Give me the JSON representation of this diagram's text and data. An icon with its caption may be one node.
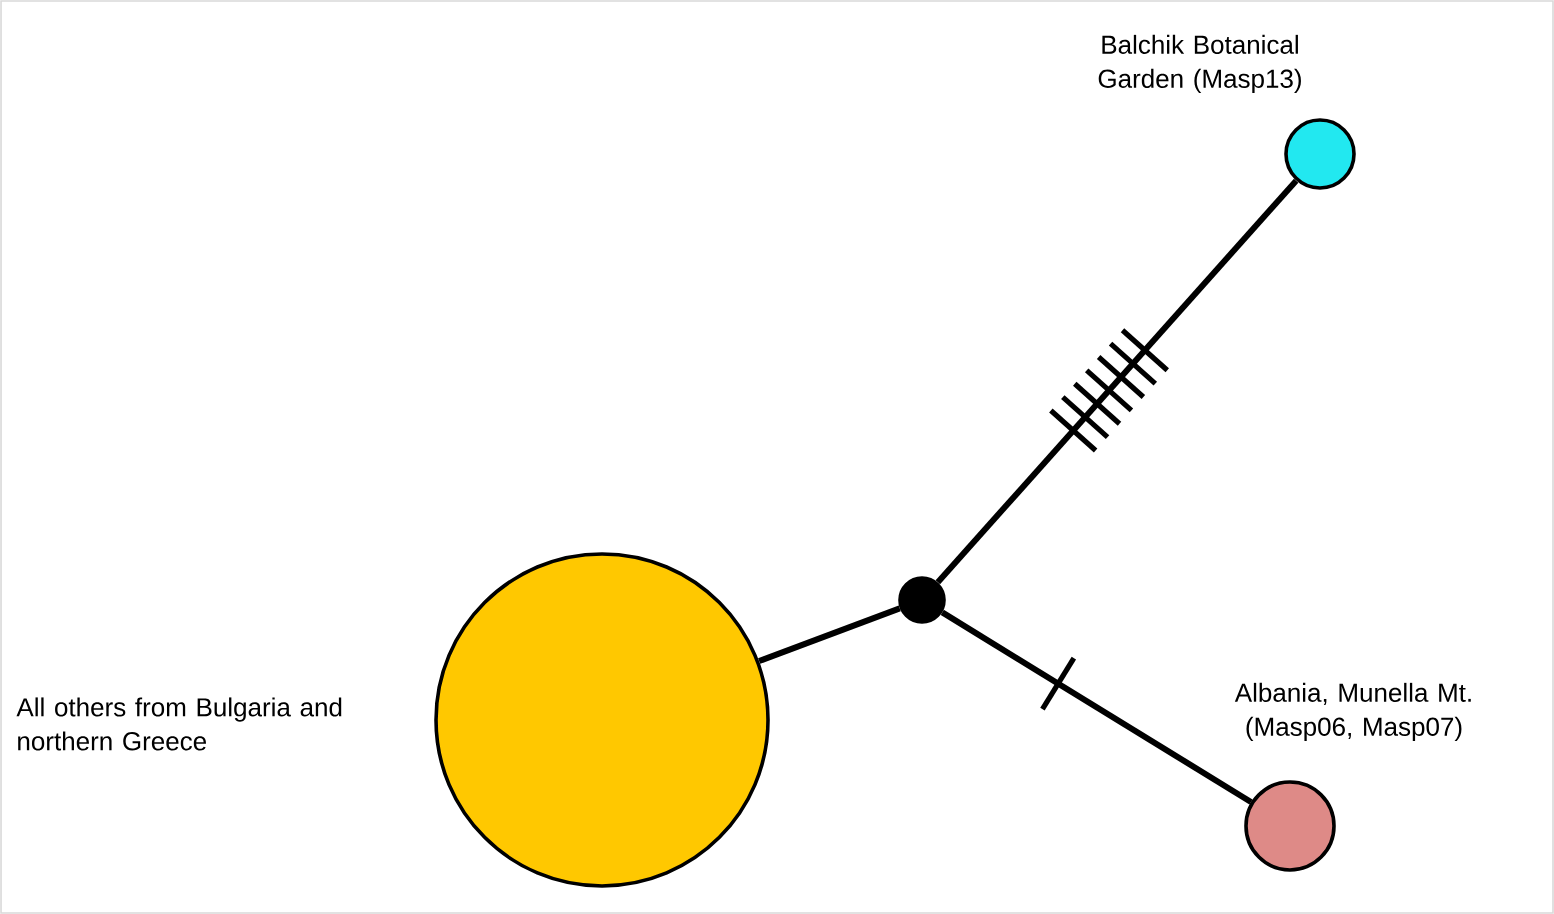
{
  "diagram": {
    "nodes": [
      {
        "text": [],
        "shape": "circle",
        "beside": [
          "All others from Bulgaria and northern Greece"
        ]
      },
      {
        "text": [],
        "shape": "circle"
      },
      {
        "text": [],
        "shape": "circle",
        "beside": [
          "Balchik Botanical Garden (Masp13)"
        ]
      },
      {
        "text": [],
        "shape": "circle",
        "beside": [
          "Albania, Munella Mt. (Masp06, Masp07)"
        ]
      }
    ],
    "edges": [
      {
        "from": 0,
        "to": 1,
        "arrow": "none"
      },
      {
        "from": 1,
        "to": 2,
        "arrow": "none"
      },
      {
        "from": 1,
        "to": 3,
        "arrow": "none"
      }
    ]
  }
}
